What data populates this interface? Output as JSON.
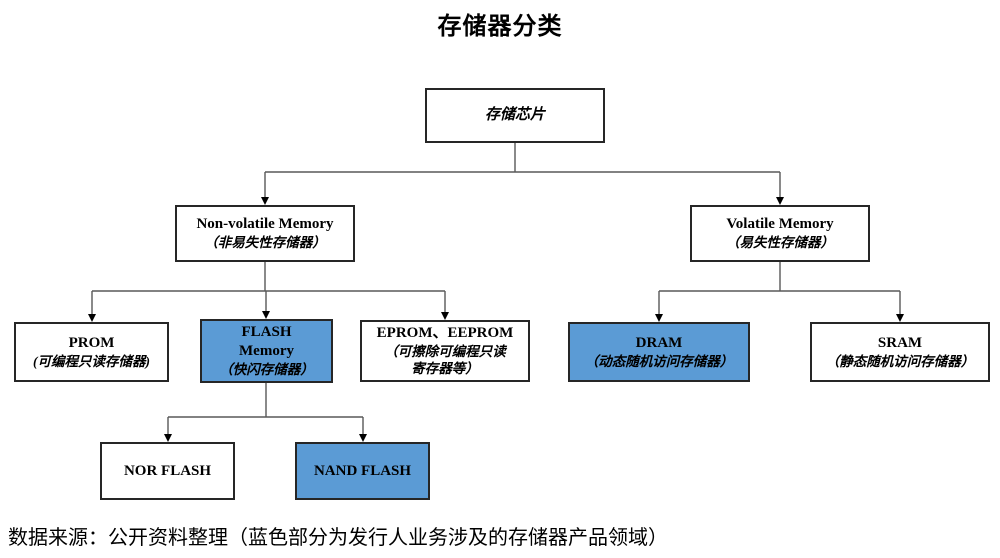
{
  "title": "存储器分类",
  "caption": "数据来源：公开资料整理（蓝色部分为发行人业务涉及的存储器产品领域）",
  "colors": {
    "highlight_fill": "#5B9BD5",
    "box_border": "#262626",
    "connector_line": "#595959",
    "arrowhead": "#000000"
  },
  "nodes": {
    "root": {
      "line1": "存储芯片"
    },
    "nonvolatile": {
      "line1": "Non-volatile Memory",
      "line2": "（非易失性存储器）"
    },
    "volatile": {
      "line1": "Volatile Memory",
      "line2": "（易失性存储器）"
    },
    "prom": {
      "line1": "PROM",
      "line2": "(可编程只读存储器)"
    },
    "flash": {
      "line1": "FLASH",
      "line2": "Memory",
      "line3": "（快闪存储器）",
      "highlighted": true
    },
    "eprom": {
      "line1": "EPROM、EEPROM",
      "line2": "（可擦除可编程只读",
      "line3": "寄存器等）"
    },
    "dram": {
      "line1": "DRAM",
      "line2": "（动态随机访问存储器）",
      "highlighted": true
    },
    "sram": {
      "line1": "SRAM",
      "line2": "（静态随机访问存储器）"
    },
    "nor": {
      "line1": "NOR FLASH"
    },
    "nand": {
      "line1": "NAND FLASH",
      "highlighted": true
    }
  }
}
